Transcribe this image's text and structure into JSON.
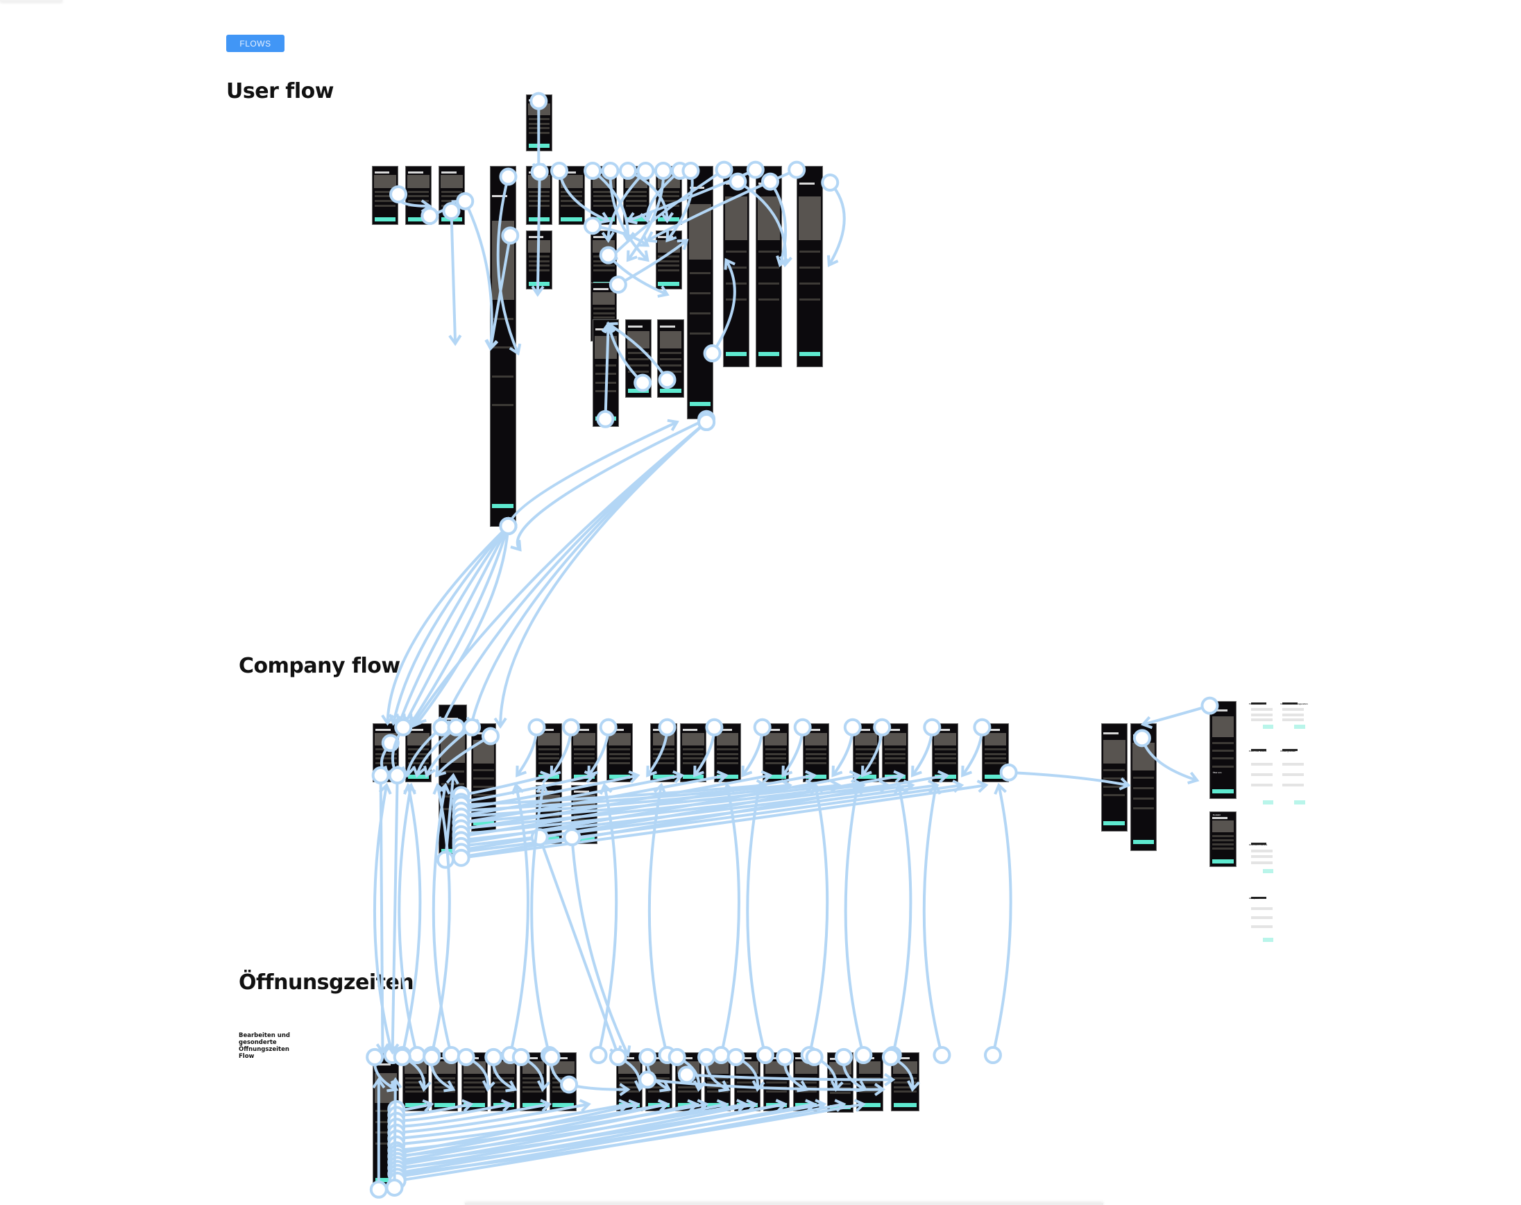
{
  "canvas": {
    "badge_label": "FLOWS",
    "accent_color": "#4196f6",
    "connector_color": "#b3d6f5",
    "screen_background": "#0c0a0d",
    "screen_accent": "#5eead0"
  },
  "sections": [
    {
      "id": "user-flow",
      "title": "User flow"
    },
    {
      "id": "company-flow",
      "title": "Company flow"
    },
    {
      "id": "opening-hours",
      "title": "Öffnunsgzeiten",
      "note": "Bearbeiten und gesonderte Öffnungszeiten Flow"
    }
  ],
  "side_panels": {
    "labels": [
      "Firmendaten",
      "Gesonderte Öffnungszeiten",
      "Fotos und Videos",
      "Öffnungszeiten",
      "Über uns",
      "Kontakt",
      "Unterkunftsdetails",
      "Akzeptiert"
    ]
  }
}
